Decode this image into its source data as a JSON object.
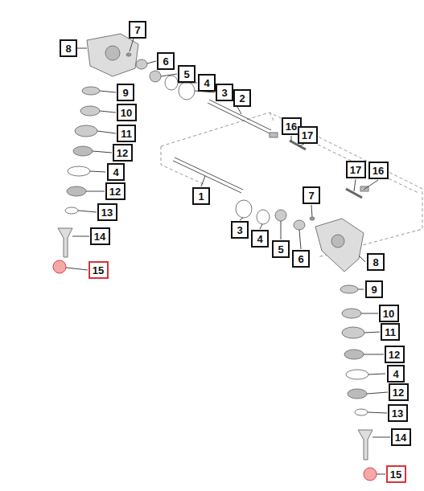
{
  "diagram": {
    "nodes": [
      {
        "text": [
          "8"
        ]
      },
      {
        "text": [
          "7"
        ]
      },
      {
        "text": [
          "6"
        ]
      },
      {
        "text": [
          "5"
        ]
      },
      {
        "text": [
          "4"
        ]
      },
      {
        "text": [
          "3"
        ]
      },
      {
        "text": [
          "2"
        ]
      },
      {
        "text": [
          "9"
        ]
      },
      {
        "text": [
          "10"
        ]
      },
      {
        "text": [
          "11"
        ]
      },
      {
        "text": [
          "12"
        ]
      },
      {
        "text": [
          "4"
        ]
      },
      {
        "text": [
          "12"
        ]
      },
      {
        "text": [
          "13"
        ]
      },
      {
        "text": [
          "14"
        ]
      },
      {
        "text": [
          "15"
        ]
      },
      {
        "text": [
          "16"
        ]
      },
      {
        "text": [
          "17"
        ]
      },
      {
        "text": [
          "17"
        ]
      },
      {
        "text": [
          "16"
        ]
      },
      {
        "text": [
          "1"
        ]
      },
      {
        "text": [
          "3"
        ]
      },
      {
        "text": [
          "4"
        ]
      },
      {
        "text": [
          "5"
        ]
      },
      {
        "text": [
          "6"
        ]
      },
      {
        "text": [
          "7"
        ]
      },
      {
        "text": [
          "8"
        ]
      },
      {
        "text": [
          "9"
        ]
      },
      {
        "text": [
          "10"
        ]
      },
      {
        "text": [
          "11"
        ]
      },
      {
        "text": [
          "12"
        ]
      },
      {
        "text": [
          "4"
        ]
      },
      {
        "text": [
          "12"
        ]
      },
      {
        "text": [
          "13"
        ]
      },
      {
        "text": [
          "14"
        ]
      },
      {
        "text": [
          "15"
        ]
      }
    ]
  }
}
